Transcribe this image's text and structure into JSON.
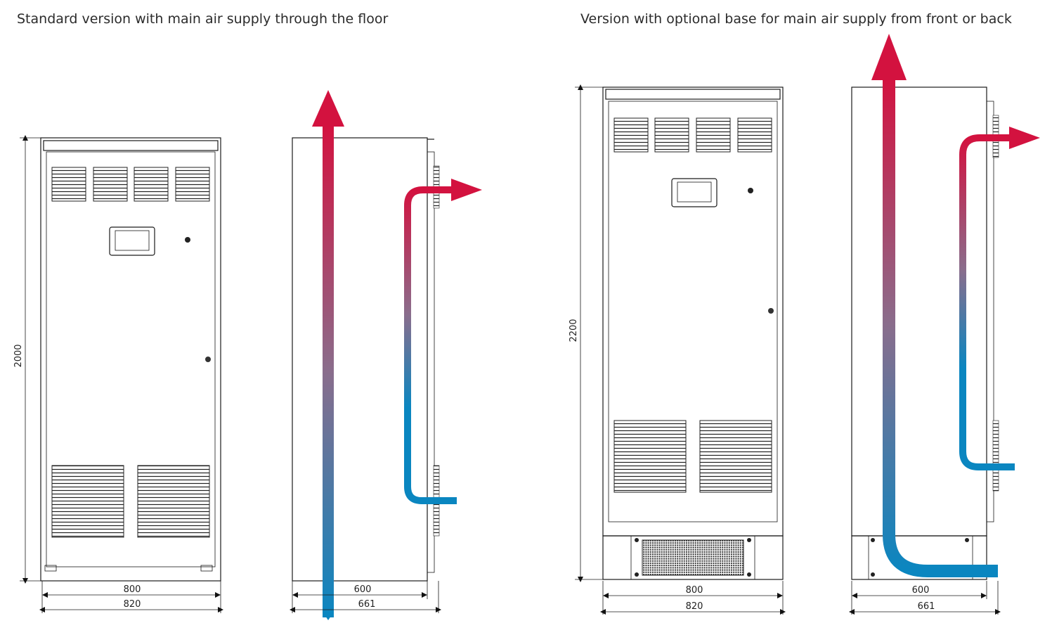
{
  "captions": {
    "standard": "Standard version with main air supply through the floor",
    "optional_base": "Version with optional base for main air supply from front or back"
  },
  "dimensions": {
    "standard_height": "2000",
    "base_height": "2200",
    "front_inner_width": "800",
    "front_outer_width": "820",
    "side_inner_depth": "600",
    "side_outer_depth": "661"
  },
  "colors": {
    "hot_air": "#d3123f",
    "cold_air": "#0a86c0",
    "line": "#1a1a1a"
  },
  "icons": [
    "air-flow-arrow",
    "display-panel",
    "door-lock",
    "ventilation-grille"
  ]
}
